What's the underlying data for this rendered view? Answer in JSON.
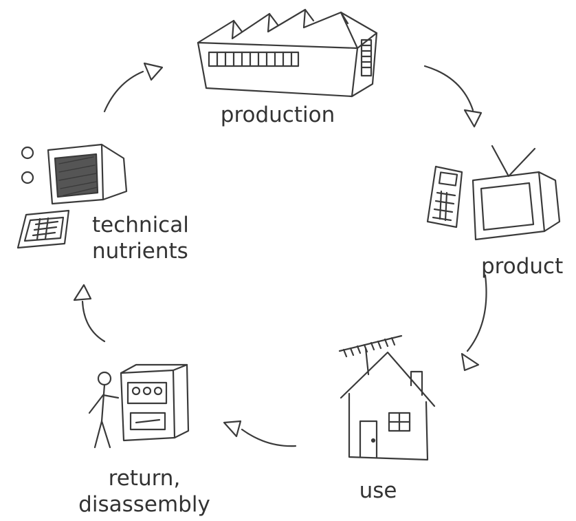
{
  "diagram": {
    "stages": [
      {
        "id": "production",
        "lines": [
          "production"
        ]
      },
      {
        "id": "product",
        "lines": [
          "product"
        ]
      },
      {
        "id": "use",
        "lines": [
          "use"
        ]
      },
      {
        "id": "return",
        "lines": [
          "return,",
          "disassembly"
        ]
      },
      {
        "id": "technical-nutrients",
        "lines": [
          "technical",
          "nutrients"
        ]
      }
    ]
  }
}
